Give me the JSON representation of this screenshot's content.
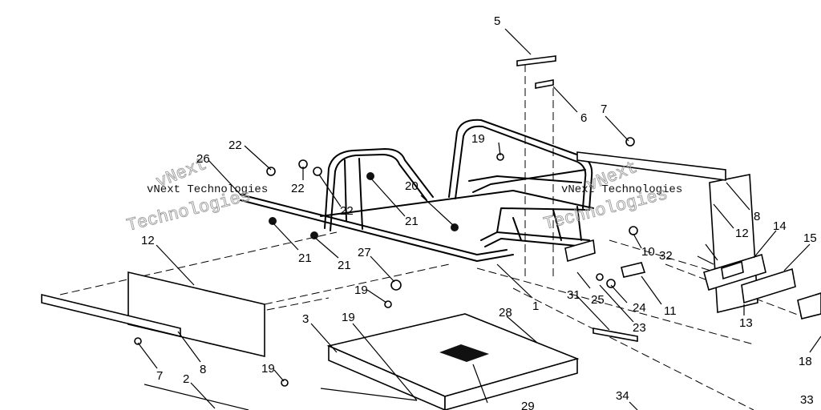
{
  "watermark": {
    "line": "vNext Technologies",
    "word1": "vNext",
    "word2": "Technologies"
  },
  "callouts": [
    {
      "label": "5"
    },
    {
      "label": "6"
    },
    {
      "label": "7"
    },
    {
      "label": "8"
    },
    {
      "label": "12"
    },
    {
      "label": "14"
    },
    {
      "label": "15"
    },
    {
      "label": "13"
    },
    {
      "label": "18"
    },
    {
      "label": "33"
    },
    {
      "label": "34"
    },
    {
      "label": "29"
    },
    {
      "label": "28"
    },
    {
      "label": "31"
    },
    {
      "label": "23"
    },
    {
      "label": "25"
    },
    {
      "label": "24"
    },
    {
      "label": "11"
    },
    {
      "label": "10"
    },
    {
      "label": "32"
    },
    {
      "label": "1"
    },
    {
      "label": "20"
    },
    {
      "label": "21"
    },
    {
      "label": "19"
    },
    {
      "label": "22"
    },
    {
      "label": "26"
    },
    {
      "label": "22"
    },
    {
      "label": "22"
    },
    {
      "label": "21"
    },
    {
      "label": "21"
    },
    {
      "label": "27"
    },
    {
      "label": "19"
    },
    {
      "label": "3"
    },
    {
      "label": "19"
    },
    {
      "label": "19"
    },
    {
      "label": "12"
    },
    {
      "label": "8"
    },
    {
      "label": "7"
    },
    {
      "label": "2"
    }
  ]
}
